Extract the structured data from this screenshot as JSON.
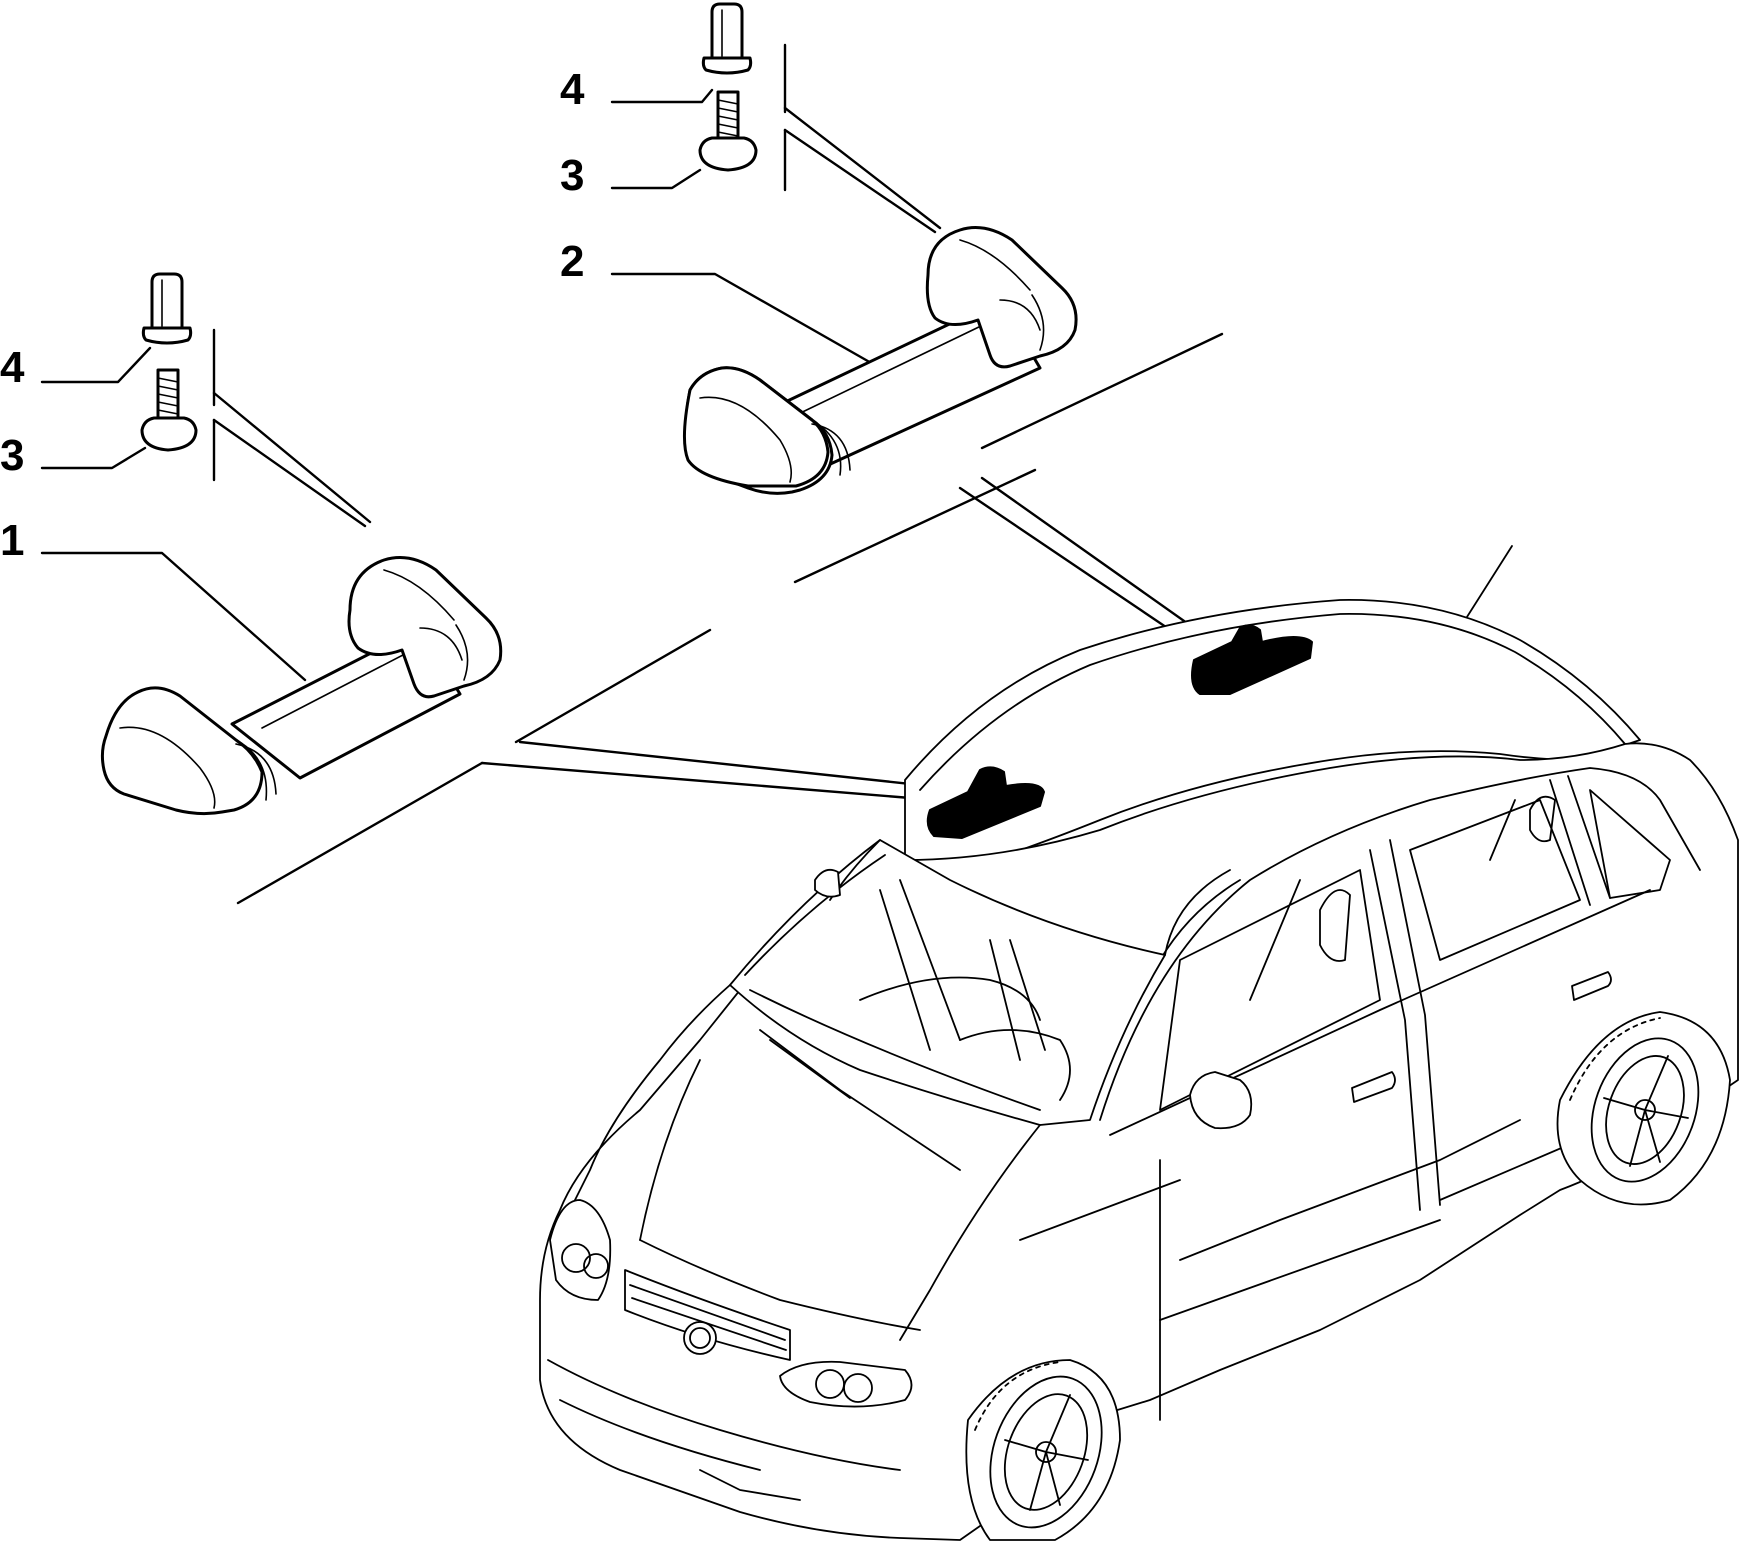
{
  "labels": {
    "left_screw_cap": "4",
    "left_screw": "3",
    "left_handle": "1",
    "top_screw_cap": "4",
    "top_screw": "3",
    "top_handle": "2"
  }
}
